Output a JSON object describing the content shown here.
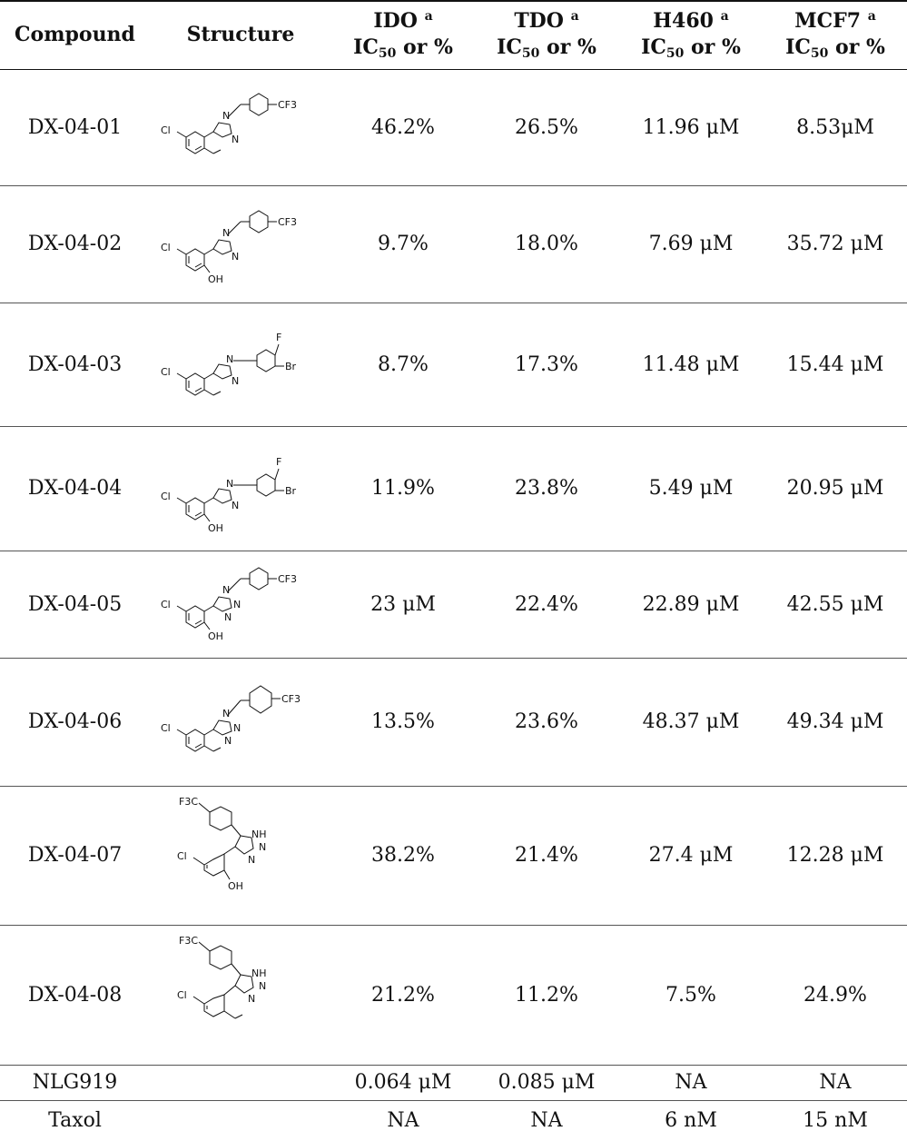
{
  "table": {
    "headers": [
      {
        "main": "Compound",
        "line2_prefix": "",
        "sub": "",
        "line2_suffix": "",
        "sup": ""
      },
      {
        "main": "Structure",
        "line2_prefix": "",
        "sub": "",
        "line2_suffix": "",
        "sup": ""
      },
      {
        "main": "IDO ",
        "sup": "a",
        "line2_prefix": "IC",
        "sub": "50",
        "line2_suffix": " or %"
      },
      {
        "main": "TDO ",
        "sup": "a",
        "line2_prefix": "IC",
        "sub": "50",
        "line2_suffix": " or %"
      },
      {
        "main": "H460 ",
        "sup": "a",
        "line2_prefix": "IC",
        "sub": "50",
        "line2_suffix": " or %"
      },
      {
        "main": "MCF7 ",
        "sup": "a",
        "line2_prefix": "IC",
        "sub": "50",
        "line2_suffix": " or %"
      }
    ],
    "rows": [
      {
        "compound": "DX-04-01",
        "ido": "46.2%",
        "tdo": "26.5%",
        "h460": "11.96 μM",
        "mcf7": "8.53μM",
        "structure": {
          "labels": [
            "Cl",
            "N",
            "N",
            "CF3"
          ]
        }
      },
      {
        "compound": "DX-04-02",
        "ido": "9.7%",
        "tdo": "18.0%",
        "h460": "7.69 μM",
        "mcf7": "35.72 μM",
        "structure": {
          "labels": [
            "Cl",
            "N",
            "N",
            "CF3",
            "OH"
          ]
        }
      },
      {
        "compound": "DX-04-03",
        "ido": "8.7%",
        "tdo": "17.3%",
        "h460": "11.48 μM",
        "mcf7": "15.44 μM",
        "structure": {
          "labels": [
            "Cl",
            "N",
            "N",
            "F",
            "Br"
          ]
        }
      },
      {
        "compound": "DX-04-04",
        "ido": "11.9%",
        "tdo": "23.8%",
        "h460": "5.49 μM",
        "mcf7": "20.95 μM",
        "structure": {
          "labels": [
            "Cl",
            "N",
            "N",
            "F",
            "Br",
            "OH"
          ]
        }
      },
      {
        "compound": "DX-04-05",
        "ido": "23 μM",
        "tdo": "22.4%",
        "h460": "22.89 μM",
        "mcf7": "42.55 μM",
        "structure": {
          "labels": [
            "Cl",
            "N",
            "N",
            "N",
            "CF3",
            "OH"
          ]
        }
      },
      {
        "compound": "DX-04-06",
        "ido": "13.5%",
        "tdo": "23.6%",
        "h460": "48.37 μM",
        "mcf7": "49.34 μM",
        "structure": {
          "labels": [
            "Cl",
            "N",
            "N",
            "N",
            "CF3"
          ]
        }
      },
      {
        "compound": "DX-04-07",
        "ido": "38.2%",
        "tdo": "21.4%",
        "h460": "27.4 μM",
        "mcf7": "12.28 μM",
        "structure": {
          "labels": [
            "F3C",
            "NH",
            "N",
            "N",
            "Cl",
            "OH"
          ]
        }
      },
      {
        "compound": "DX-04-08",
        "ido": "21.2%",
        "tdo": "11.2%",
        "h460": "7.5%",
        "mcf7": "24.9%",
        "structure": {
          "labels": [
            "F3C",
            "NH",
            "N",
            "N",
            "Cl"
          ]
        }
      },
      {
        "compound": "NLG919",
        "ido": "0.064 μM",
        "tdo": "0.085 μM",
        "h460": "NA",
        "mcf7": "NA"
      },
      {
        "compound": "Taxol",
        "ido": "NA",
        "tdo": "NA",
        "h460": "6 nM",
        "mcf7": "15 nM"
      }
    ]
  }
}
